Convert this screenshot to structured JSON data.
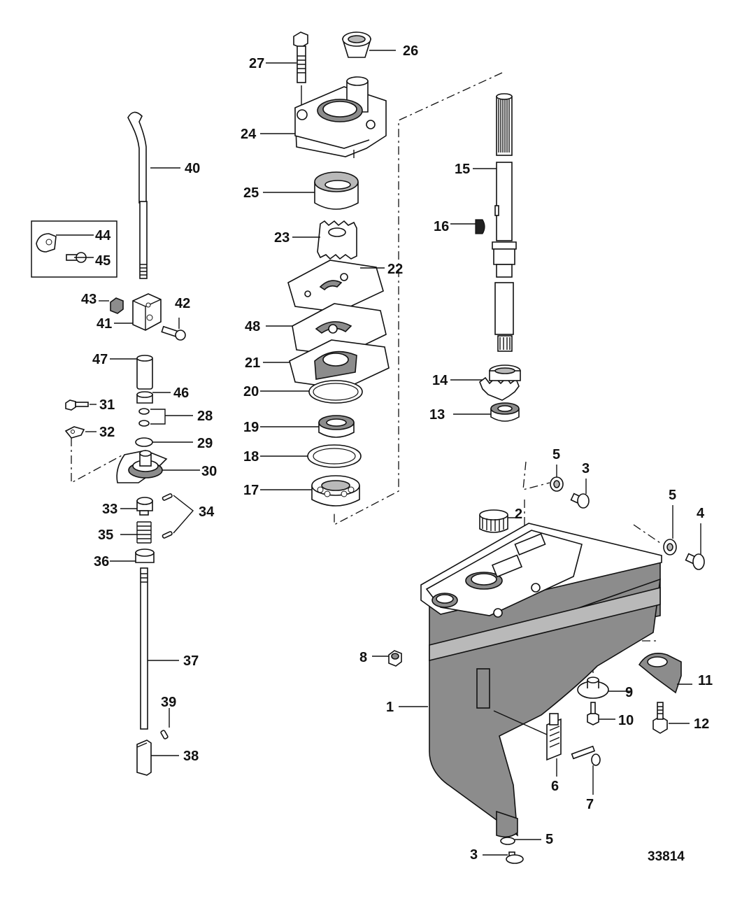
{
  "figure_number": "33814",
  "callouts": [
    "1",
    "2",
    "3",
    "3",
    "4",
    "5",
    "5",
    "5",
    "6",
    "7",
    "8",
    "9",
    "10",
    "11",
    "12",
    "13",
    "14",
    "15",
    "16",
    "17",
    "18",
    "19",
    "20",
    "21",
    "22",
    "23",
    "24",
    "25",
    "26",
    "27",
    "28",
    "29",
    "30",
    "31",
    "32",
    "33",
    "34",
    "35",
    "36",
    "37",
    "38",
    "39",
    "40",
    "41",
    "42",
    "43",
    "44",
    "45",
    "46",
    "47",
    "48"
  ]
}
